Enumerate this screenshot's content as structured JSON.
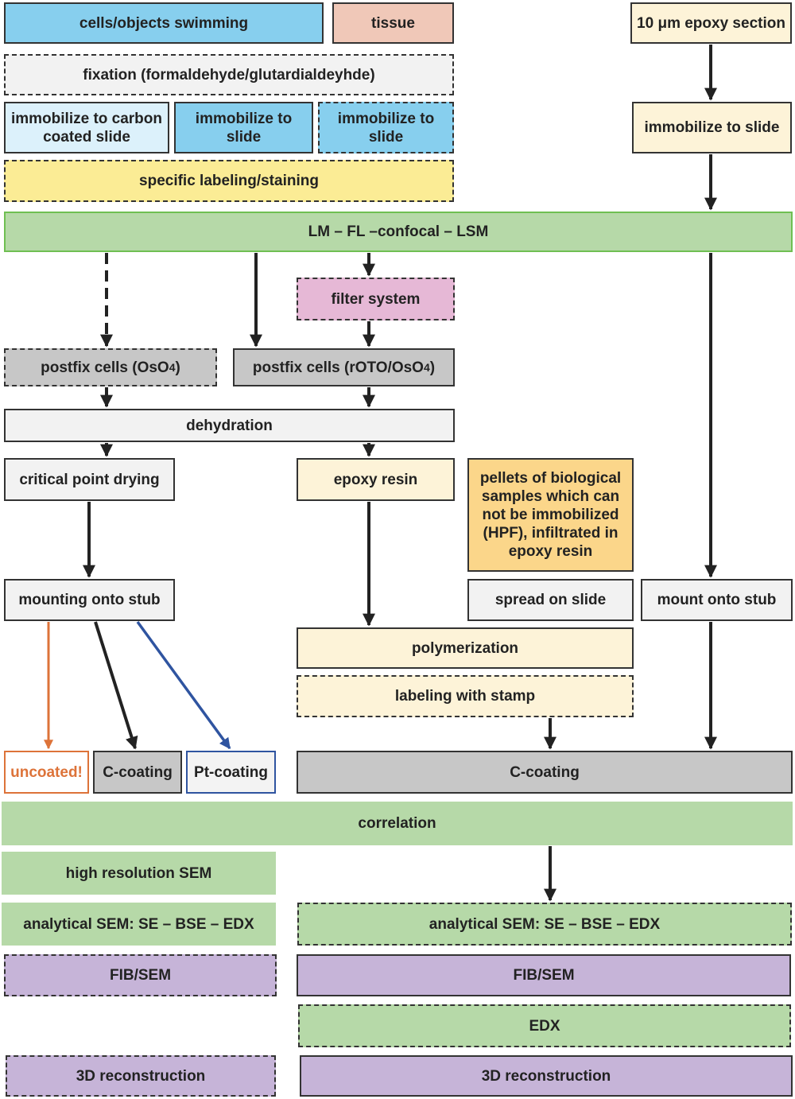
{
  "colors": {
    "arrow": "#222222",
    "arrow_orange": "#dd7339",
    "arrow_blue": "#2f54a0",
    "green": "#b6d9a8",
    "purple": "#c6b4d8",
    "blue": "#87cfee",
    "cream": "#fdf3d8",
    "gray": "#c7c7c7",
    "yellow": "#fbec95",
    "pink": "#e6b8d6"
  },
  "nodes": {
    "cells_swimming": "cells/objects swimming",
    "tissue": "tissue",
    "epoxy_section": "10 μm epoxy section",
    "fixation": "fixation (formaldehyde/glutardialdeyhde)",
    "immob_carbon": "immobilize to carbon coated slide",
    "immob_slide_1": "immobilize to slide",
    "immob_slide_2": "immobilize to slide",
    "immob_slide_3": "immobilize to slide",
    "labeling": "specific labeling/staining",
    "lm": "LM – FL –confocal – LSM",
    "filter": "filter system",
    "postfix_oso4_prefix": "postfix cells (OsO",
    "postfix_oso4_sub": "4",
    "postfix_oso4_suffix": ")",
    "postfix_roto_prefix": "postfix cells (rOTO/OsO",
    "postfix_roto_sub": "4",
    "postfix_roto_suffix": ")",
    "dehydration": "dehydration",
    "cpd": "critical point drying",
    "epoxy_resin": "epoxy resin",
    "pellets": "pellets of biological samples which can not be immobilized (HPF), infiltrated in epoxy resin",
    "mounting_stub": "mounting onto stub",
    "spread_slide": "spread on slide",
    "mount_stub": "mount onto stub",
    "polymerization": "polymerization",
    "stamp": "labeling with stamp",
    "uncoated": "uncoated!",
    "c_coating_small": "C-coating",
    "pt_coating": "Pt-coating",
    "c_coating_large": "C-coating",
    "correlation": "correlation",
    "hr_sem": "high resolution SEM",
    "analytical_left": "analytical SEM: SE – BSE – EDX",
    "analytical_right": "analytical SEM: SE – BSE – EDX",
    "fib_left": "FIB/SEM",
    "fib_right": "FIB/SEM",
    "edx": "EDX",
    "recon_left": "3D reconstruction",
    "recon_right": "3D reconstruction"
  }
}
